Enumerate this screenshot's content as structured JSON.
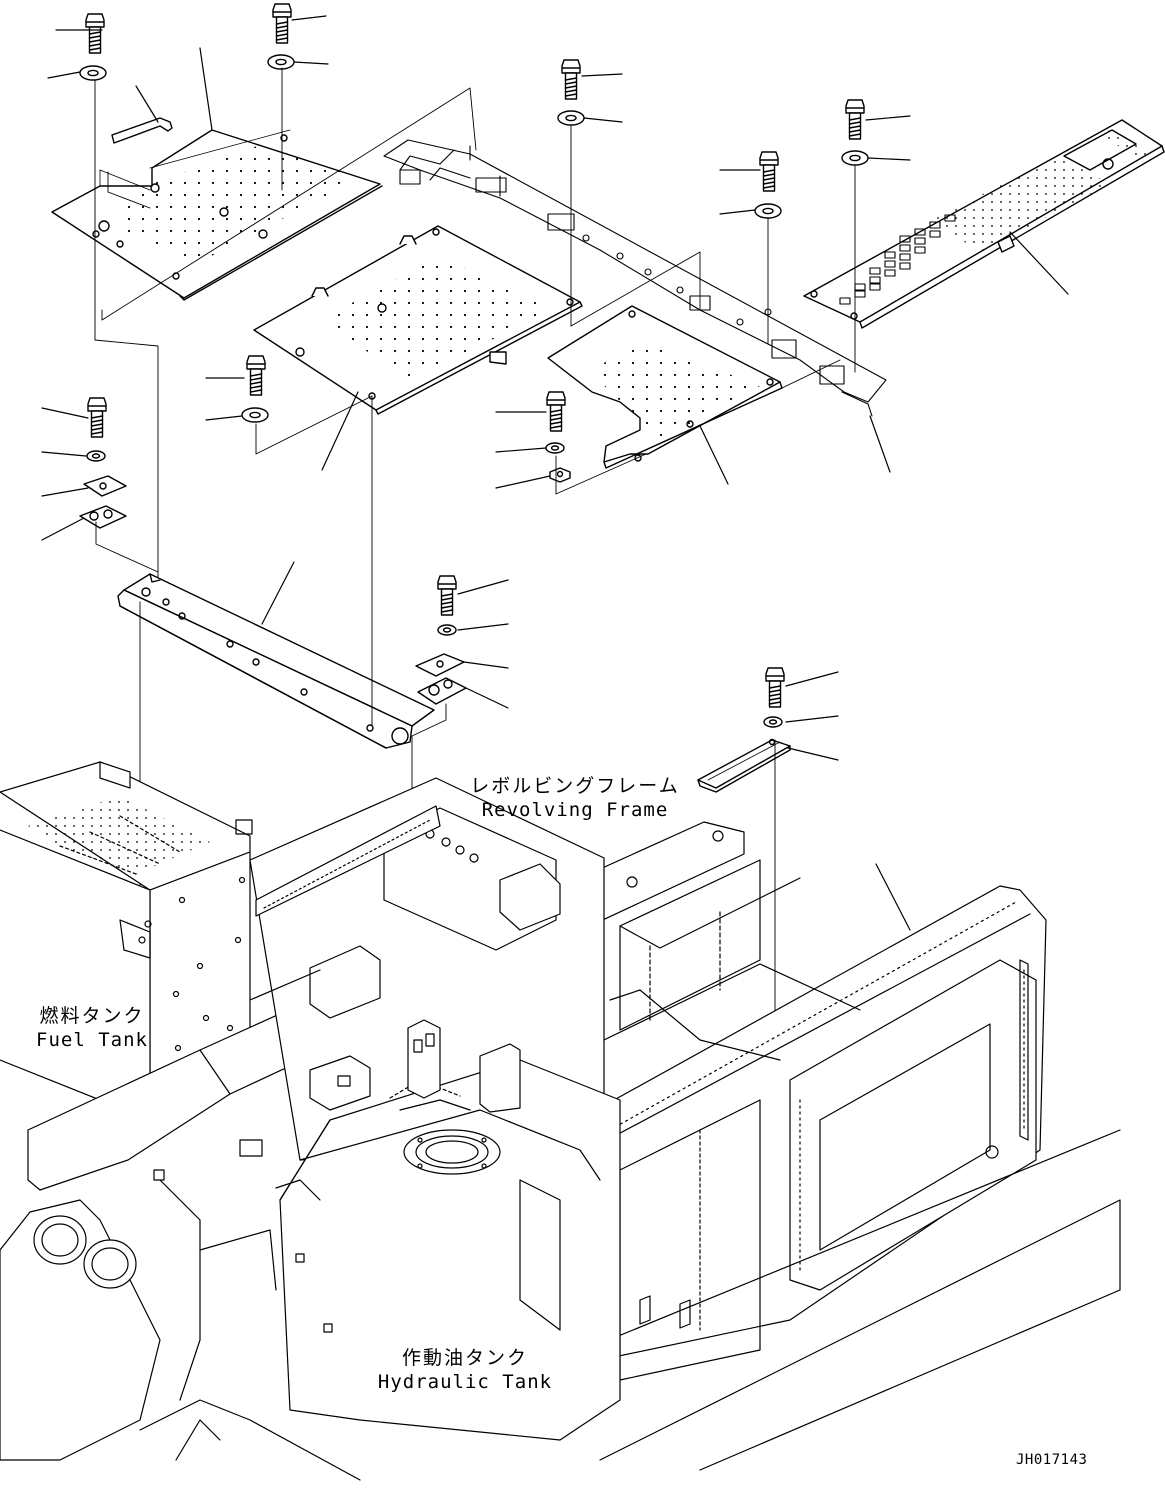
{
  "labels": {
    "revolving_frame_jp": "レボルビングフレーム",
    "revolving_frame_en": "Revolving Frame",
    "fuel_tank_jp": "燃料タンク",
    "fuel_tank_en": "Fuel Tank",
    "hydraulic_tank_jp": "作動油タンク",
    "hydraulic_tank_en": "Hydraulic Tank"
  },
  "drawing_code": "JH017143",
  "colors": {
    "line": "#000000",
    "background": "#ffffff"
  }
}
